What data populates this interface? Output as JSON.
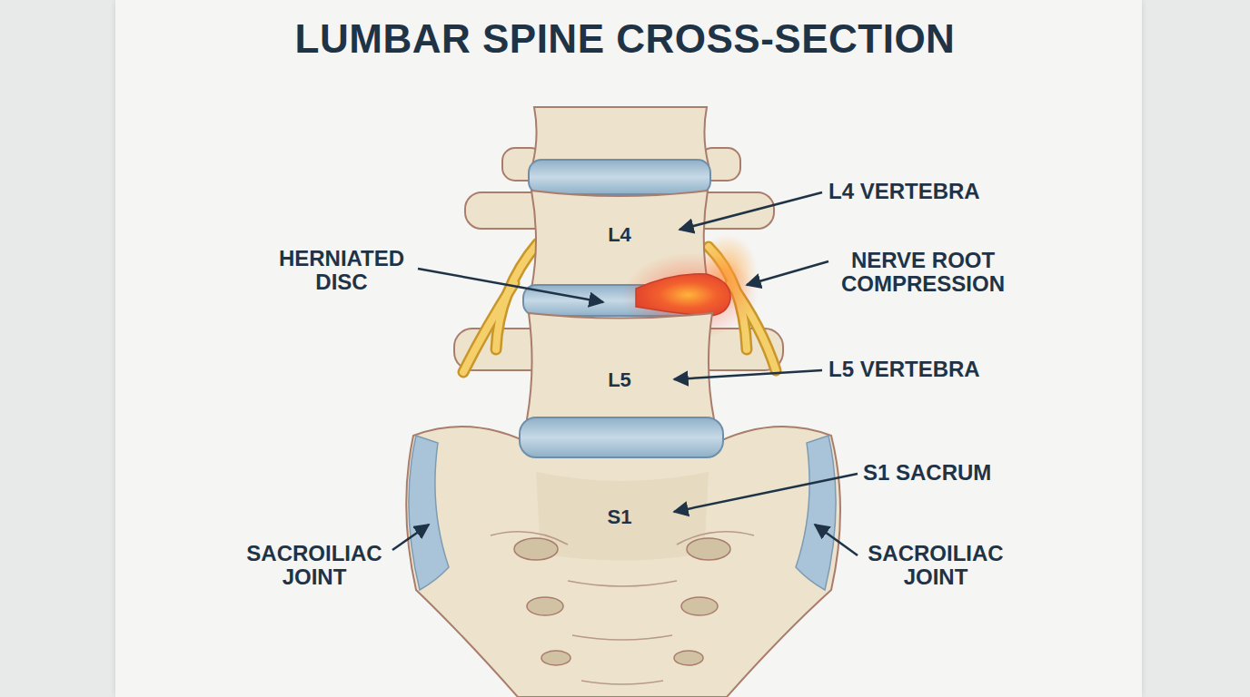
{
  "diagram": {
    "title": "LUMBAR SPINE CROSS-SECTION",
    "labels": [
      "L4 VERTEBRA",
      "HERNIATED DISC",
      "L4",
      "NERVE ROOT COMPRESSION",
      "L5 VERTEBRA",
      "L5",
      "S1 SACRUM",
      "S1",
      "SACROILIAC JOINT",
      "SACROILIAC JOINT"
    ]
  }
}
